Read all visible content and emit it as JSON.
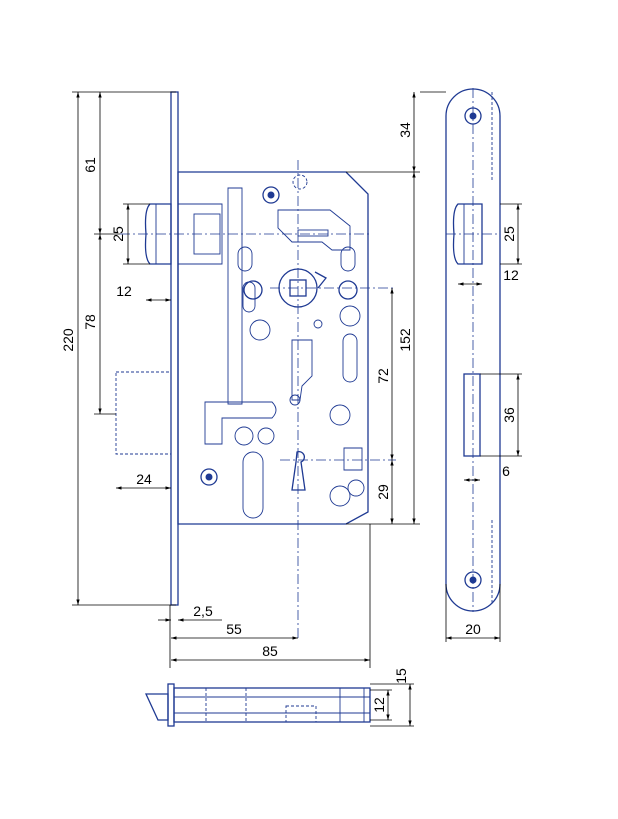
{
  "drawing": {
    "dimensions": {
      "overall_height": "220",
      "top_to_latch": "61",
      "latch_to_bolt": "78",
      "latch_height": "25",
      "latch_projection": "12",
      "bolt_projection": "24",
      "top_to_case": "34",
      "case_height": "152",
      "follower_to_key": "72",
      "key_to_bottom": "29",
      "faceplate_thickness": "2,5",
      "backset": "55",
      "case_depth": "85",
      "strike_latch_height": "25",
      "strike_latch_depth": "12",
      "strike_bolt_height": "36",
      "strike_bolt_depth": "6",
      "strike_width": "20",
      "body_thickness": "15",
      "case_thickness": "12"
    }
  }
}
